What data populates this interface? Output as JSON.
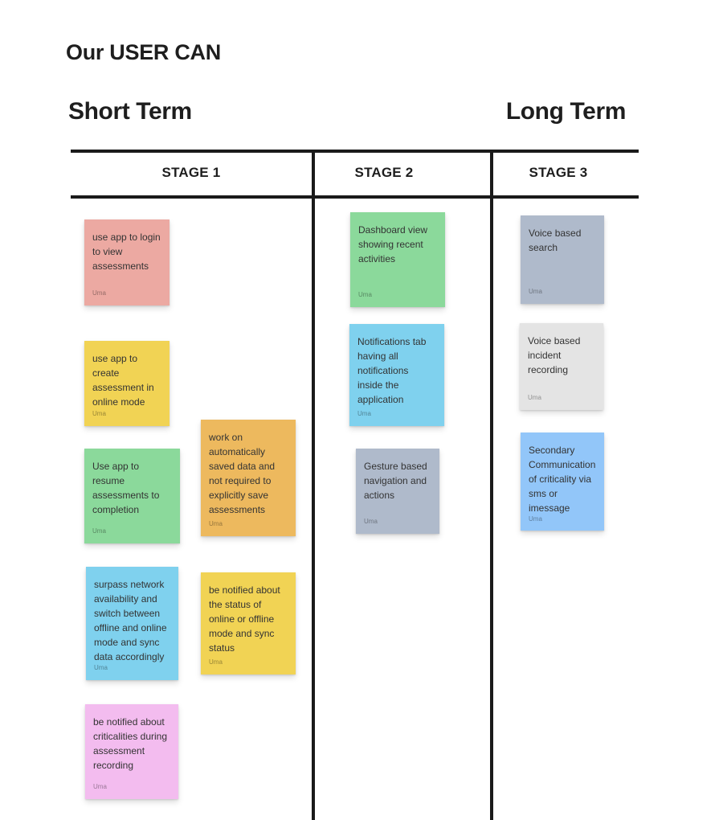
{
  "theme": {
    "board_bg": "#ffffff",
    "heading_color": "#1e1e1e",
    "line_color": "#1a1a1a",
    "note_text_color": "#333333",
    "note_author_color": "#00000061"
  },
  "board": {
    "title": "Our USER CAN",
    "short_term_label": "Short Term",
    "long_term_label": "Long Term"
  },
  "stages": [
    {
      "label": "STAGE 1"
    },
    {
      "label": "STAGE 2"
    },
    {
      "label": "STAGE 3"
    }
  ],
  "note_colors": {
    "salmon": "#ECA9A2",
    "yellow": "#F1D354",
    "green": "#8BD99B",
    "sky_blue": "#7FD1EE",
    "pink": "#F3BCEF",
    "orange": "#EDB95E",
    "gray_blue": "#AFBACB",
    "light_gray": "#E4E4E4",
    "cornflower_blue": "#92C6F9"
  },
  "notes": [
    {
      "stage": "STAGE 1",
      "text": "use app to login to view assessments",
      "author": "Uma",
      "color": "#ECA9A2"
    },
    {
      "stage": "STAGE 1",
      "text": "use app to create assessment in online mode",
      "author": "Uma",
      "color": "#F1D354"
    },
    {
      "stage": "STAGE 1",
      "text": "Use app to resume assessments to completion",
      "author": "Uma",
      "color": "#8BD99B"
    },
    {
      "stage": "STAGE 1",
      "text": "surpass network availability and switch between offline and online mode and sync data accordingly",
      "author": "Uma",
      "color": "#7FD1EE"
    },
    {
      "stage": "STAGE 1",
      "text": "be notified about criticalities during assessment recording",
      "author": "Uma",
      "color": "#F3BCEF"
    },
    {
      "stage": "STAGE 1",
      "text": "work on automatically saved data and not required to explicitly save assessments",
      "author": "Uma",
      "color": "#EDB95E"
    },
    {
      "stage": "STAGE 1",
      "text": "be notified about the status of online or offline mode and sync status",
      "author": "Uma",
      "color": "#F1D354"
    },
    {
      "stage": "STAGE 2",
      "text": "Dashboard view showing recent activities",
      "author": "Uma",
      "color": "#8BD99B"
    },
    {
      "stage": "STAGE 2",
      "text": "Notifications tab having all notifications inside the application",
      "author": "Uma",
      "color": "#7FD1EE"
    },
    {
      "stage": "STAGE 2",
      "text": "Gesture based navigation and actions",
      "author": "Uma",
      "color": "#AFBACB"
    },
    {
      "stage": "STAGE 3",
      "text": "Voice based search",
      "author": "Uma",
      "color": "#AFBACB"
    },
    {
      "stage": "STAGE 3",
      "text": "Voice based incident recording",
      "author": "Uma",
      "color": "#E4E4E4"
    },
    {
      "stage": "STAGE 3",
      "text": "Secondary Communication of criticality via sms or imessage",
      "author": "Uma",
      "color": "#92C6F9"
    }
  ]
}
